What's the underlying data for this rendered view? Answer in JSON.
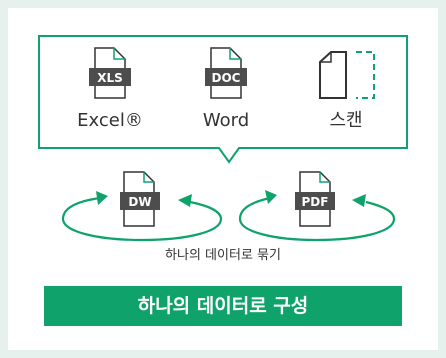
{
  "formats": [
    {
      "badge": "XLS",
      "label": "Excel®",
      "icon": "xls-document-icon"
    },
    {
      "badge": "DOC",
      "label": "Word",
      "icon": "doc-document-icon"
    },
    {
      "badge": "",
      "label": "스캔",
      "icon": "scan-page-icon"
    }
  ],
  "cycles": [
    {
      "badge": "DW",
      "icon": "dw-document-icon"
    },
    {
      "badge": "PDF",
      "icon": "pdf-document-icon"
    }
  ],
  "caption": "하나의 데이터로 묶기",
  "banner": "하나의 데이터로 구성",
  "colors": {
    "background": "#e6f1ee",
    "accent": "#0fa36b",
    "badge": "#4d4d4d",
    "outline": "#333333"
  }
}
